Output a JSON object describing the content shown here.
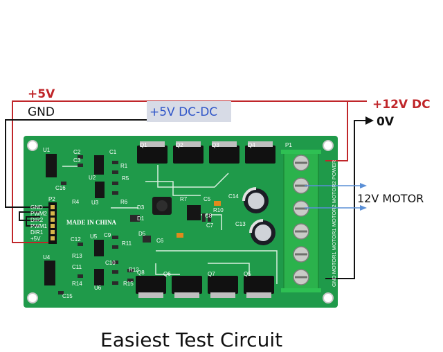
{
  "labels": {
    "plus5v": "+5V",
    "gnd": "GND",
    "dcdc": "+5V DC-DC",
    "plus12v": "+12V DC",
    "zero_v": "0V",
    "motor": "12V MOTOR",
    "caption": "Easiest Test Circuit"
  },
  "board": {
    "made_in": "MADE IN CHINA",
    "header_name": "P2",
    "header_pins": [
      "GND",
      "PWM2",
      "DIR2",
      "PWM1",
      "DIR1",
      "+5V"
    ],
    "terminal_name": "P1",
    "terminal_legend": "GND MOTOR1 MOTOR1 MOTOR2 MOTOR2 POWER",
    "parts": {
      "u1": "U1",
      "u2": "U2",
      "u3": "U3",
      "u4": "U4",
      "u5": "U5",
      "u6": "U6",
      "q1": "Q1",
      "q2": "Q2",
      "q3": "Q3",
      "q4": "Q4",
      "q5": "Q5",
      "q6": "Q6",
      "q7": "Q7",
      "q8": "Q8",
      "d1": "D1",
      "d3": "D3",
      "d5": "D5",
      "c1": "C1",
      "c2": "C2",
      "c3": "C3",
      "c5": "C5",
      "c7": "C7",
      "c8": "C8",
      "c9": "C9",
      "c10": "C10",
      "c11": "C11",
      "c12": "C12",
      "c13": "C13",
      "c14": "C14",
      "c15": "C15",
      "c16": "C16",
      "c6": "C6",
      "r1": "R1",
      "r4": "R4",
      "r5": "R5",
      "r6": "R6",
      "r7": "R7",
      "r10": "R10",
      "r11": "R11",
      "r12": "R12",
      "r13": "R13",
      "r14": "R14",
      "r15": "R15"
    }
  },
  "colors": {
    "pcb": "#1f9a4a",
    "pcb_dark": "#137a37",
    "red_wire": "#c0262a",
    "black_wire": "#111111",
    "arrow": "#5a8fd6",
    "dcdc_box": "#d7dbe6",
    "dcdc_text": "#2f55c8",
    "terminal": "#2bb24c"
  }
}
